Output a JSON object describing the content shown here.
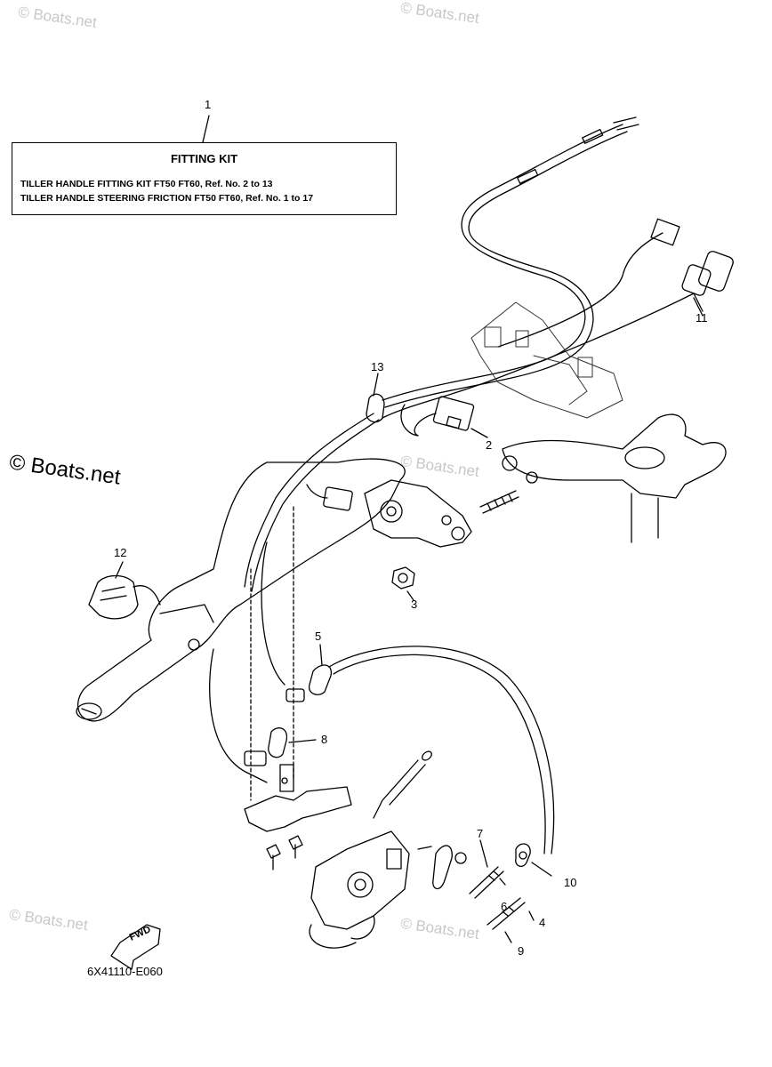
{
  "fitting_kit": {
    "ref_number": "1",
    "title": "FITTING KIT",
    "lines": [
      "TILLER HANDLE FITTING KIT FT50 FT60,  Ref. No. 2 to 13",
      "TILLER HANDLE STEERING FRICTION FT50 FT60, Ref. No. 1 to 17"
    ]
  },
  "part_numbers": [
    "2",
    "3",
    "4",
    "5",
    "6",
    "7",
    "8",
    "9",
    "10",
    "11",
    "12",
    "13"
  ],
  "watermark": "© Boats.net",
  "fwd_label": "FWD",
  "catalog_code": "6X41110-E060"
}
